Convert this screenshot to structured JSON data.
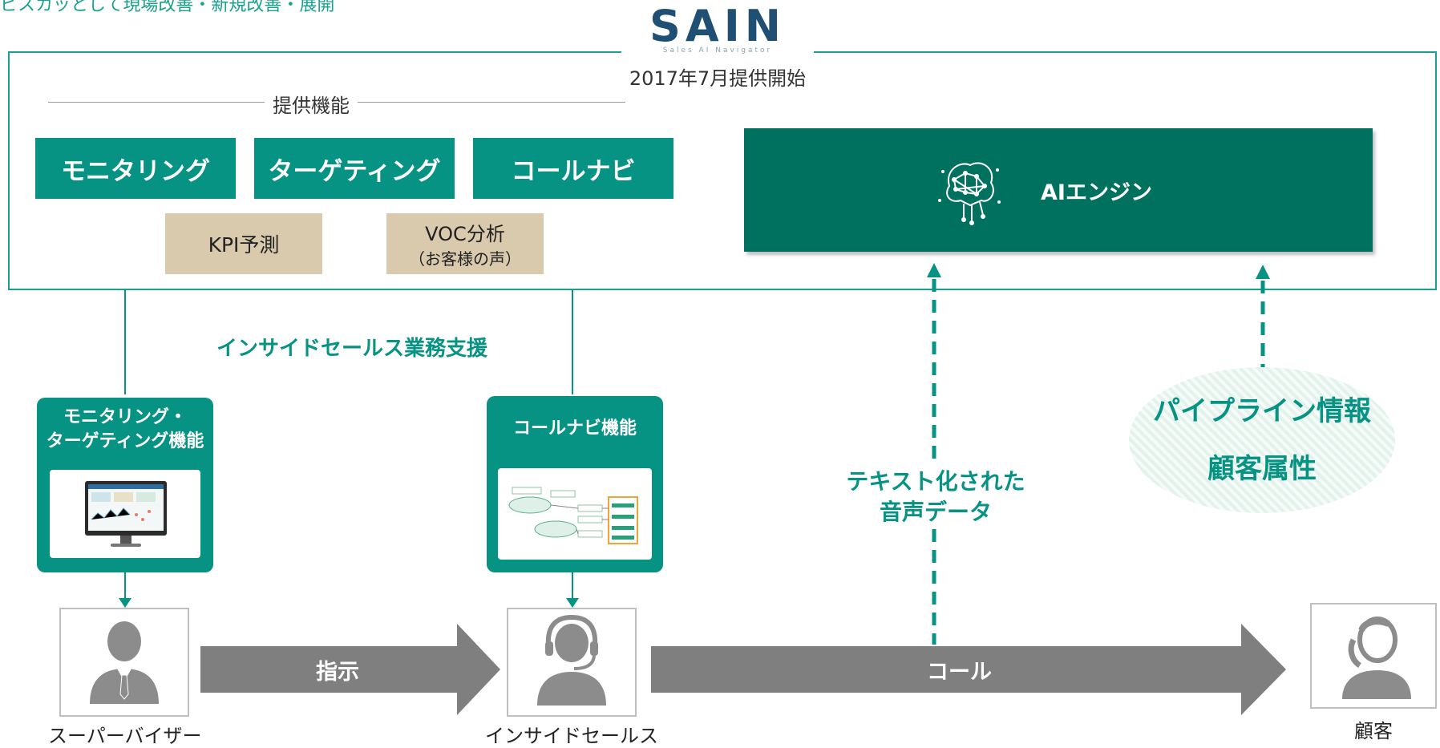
{
  "top_caption": "ビスカッとして現場改善・新規改善・展開",
  "logo": {
    "mark": "SAIN",
    "subtitle": "Sales AI Navigator"
  },
  "start_text": "2017年7月提供開始",
  "features_label": "提供機能",
  "features": [
    "モニタリング",
    "ターゲティング",
    "コールナビ"
  ],
  "kpi_label": "KPI予測",
  "voc": {
    "line1": "VOC分析",
    "line2": "（お客様の声）"
  },
  "ai_engine_label": "AIエンジン",
  "support_text": "インサイドセールス業務支援",
  "card_left": {
    "line1": "モニタリング・",
    "line2": "ターゲティング機能"
  },
  "card_right": {
    "title": "コールナビ機能"
  },
  "arrow_instruction": "指示",
  "arrow_call": "コール",
  "voice_data": {
    "line1": "テキスト化された",
    "line2": "音声データ"
  },
  "pipeline": {
    "line1": "パイプライン情報",
    "line2": "顧客属性"
  },
  "persons": {
    "supervisor": "スーパーバイザー",
    "inside_sales": "インサイドセールス",
    "customer": "顧客"
  },
  "colors": {
    "teal": "#079383",
    "dark_teal": "#00705f",
    "beige": "#d9c9ad",
    "gray_arrow": "#7f7f7f",
    "person": "#8c8c8c"
  }
}
